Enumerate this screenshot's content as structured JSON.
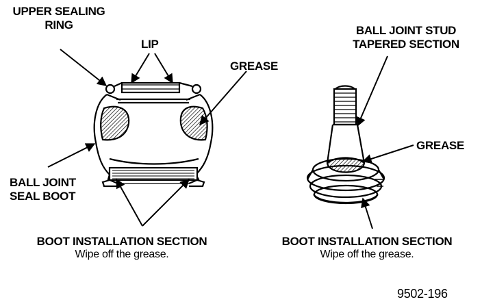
{
  "labels": {
    "upper_sealing_ring": [
      "UPPER SEALING",
      "RING"
    ],
    "lip": "LIP",
    "grease_left": "GREASE",
    "ball_joint_seal_boot": [
      "BALL JOINT",
      "SEAL BOOT"
    ],
    "boot_install_left": "BOOT INSTALLATION SECTION",
    "wipe_left": "Wipe off the grease.",
    "ball_joint_stud": [
      "BALL JOINT STUD",
      "TAPERED SECTION"
    ],
    "grease_right": "GREASE",
    "boot_install_right": "BOOT INSTALLATION SECTION",
    "wipe_right": "Wipe off the grease.",
    "figure_number": "9502-196"
  }
}
